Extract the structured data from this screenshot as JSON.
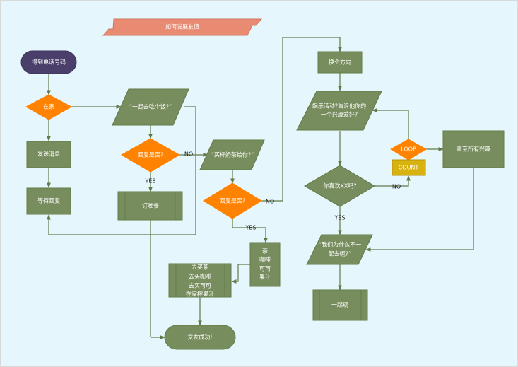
{
  "title": "如何发展友谊",
  "nodes": {
    "start": "得到电话号码",
    "at_home": "在家",
    "send_message": "发送消息",
    "wait_reply": "等待回复",
    "invite_dinner": "“一起去吃个饭?”",
    "reply1": "回复是否?",
    "order_dinner": "订晚餐",
    "buy_tea": "“买杯奶茶给你?”",
    "reply2": "回复是否?",
    "drinks": [
      "茶",
      "咖啡",
      "可可",
      "果汁"
    ],
    "go_buy": [
      "去买茶",
      "去买咖啡",
      "去买可可",
      "在家榨果汁"
    ],
    "success": "交友成功!",
    "change_direction": "换个方向",
    "ask_hobby": [
      "娱乐活动?告诉他你的",
      "一个兴趣爱好?"
    ],
    "like_xx": "你喜欢XX吗?",
    "loop": "LOOP",
    "count": "COUNT",
    "all_interests": "直至所有兴趣",
    "why_not": [
      "“我们为什么不一",
      "起去呢?”"
    ],
    "together": "一起玩"
  },
  "edge_labels": {
    "no1": "NO",
    "yes1": "YES",
    "no2": "NO",
    "yes2": "YES",
    "no3": "NO",
    "yes3": "YES"
  },
  "colors": {
    "background": "#e6f6fd",
    "process": "#788d5e",
    "decision": "#ff8200",
    "start": "#4a3f6b",
    "count": "#d8b20e",
    "title": "#e98b72",
    "connector": "#627a48"
  }
}
